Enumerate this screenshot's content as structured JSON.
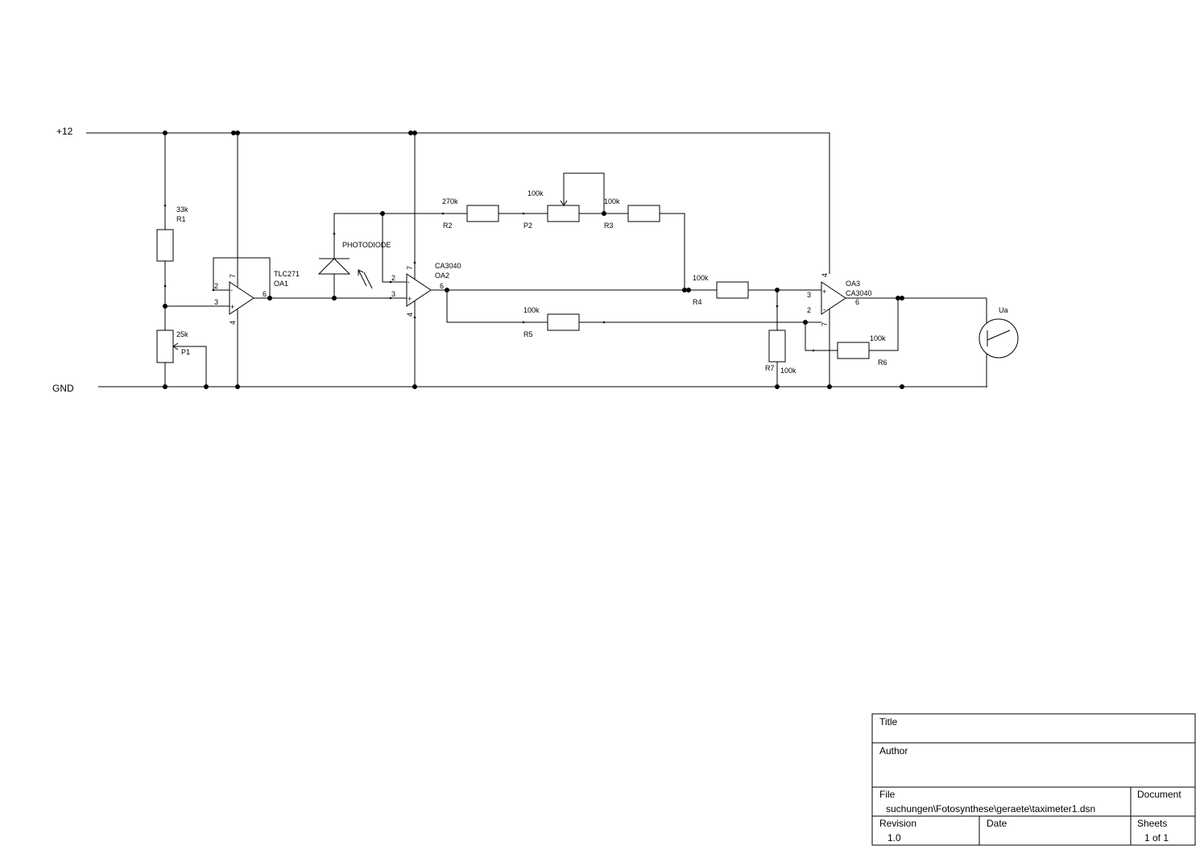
{
  "rails": {
    "vcc": "+12",
    "gnd": "GND"
  },
  "components": {
    "r1": {
      "value": "33k",
      "ref": "R1"
    },
    "p1": {
      "value": "25k",
      "ref": "P1"
    },
    "oa1": {
      "type": "TLC271",
      "ref": "OA1",
      "pin_inv": "2",
      "pin_noninv": "3",
      "pin_out": "6",
      "pin_vcc": "7",
      "pin_gnd": "4"
    },
    "photodiode": {
      "label": "PHOTODIODE"
    },
    "oa2": {
      "type": "CA3040",
      "ref": "OA2",
      "pin_inv": "2",
      "pin_noninv": "3",
      "pin_out": "6",
      "pin_vcc": "7",
      "pin_gnd": "4"
    },
    "r2": {
      "value": "270k",
      "ref": "R2"
    },
    "p2": {
      "value": "100k",
      "ref": "P2"
    },
    "r3": {
      "value": "100k",
      "ref": "R3"
    },
    "r4": {
      "value": "100k",
      "ref": "R4"
    },
    "r5": {
      "value": "100k",
      "ref": "R5"
    },
    "r7": {
      "value": "100k",
      "ref": "R7"
    },
    "oa3": {
      "type": "CA3040",
      "ref": "OA3",
      "pin_noninv": "3",
      "pin_inv": "2",
      "pin_out": "6",
      "pin_vcc": "4",
      "pin_gnd": "7"
    },
    "r6": {
      "value": "100k",
      "ref": "R6"
    },
    "meter": {
      "ref": "Ua"
    }
  },
  "title_block": {
    "title_label": "Title",
    "author_label": "Author",
    "file_label": "File",
    "file_value": "suchungen\\Fotosynthese\\geraete\\taximeter1.dsn",
    "document_label": "Document",
    "revision_label": "Revision",
    "revision_value": "1.0",
    "date_label": "Date",
    "sheets_label": "Sheets",
    "sheets_value": "1 of 1"
  }
}
